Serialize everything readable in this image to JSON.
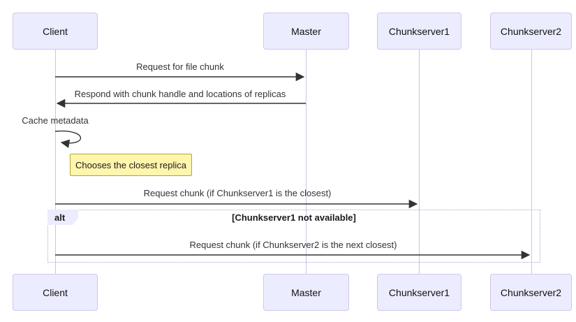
{
  "diagram": {
    "title_hint": "sequence-diagram",
    "actors": [
      {
        "id": "client",
        "label": "Client"
      },
      {
        "id": "master",
        "label": "Master"
      },
      {
        "id": "chunkserver1",
        "label": "Chunkserver1"
      },
      {
        "id": "chunkserver2",
        "label": "Chunkserver2"
      }
    ],
    "messages": [
      {
        "from": "Client",
        "to": "Master",
        "text": "Request for file chunk"
      },
      {
        "from": "Master",
        "to": "Client",
        "text": "Respond with chunk handle and locations of replicas"
      },
      {
        "from": "Client",
        "to": "Client",
        "text": "Cache metadata",
        "self": true
      },
      {
        "from": "Client",
        "to": "Chunkserver1",
        "text": "Request chunk (if Chunkserver1 is the closest)"
      },
      {
        "from": "Client",
        "to": "Chunkserver2",
        "text": "Request chunk (if Chunkserver2 is the next closest)"
      }
    ],
    "note": {
      "over": "Client",
      "text": "Chooses the closest replica"
    },
    "alt_fragment": {
      "label": "alt",
      "condition": "[Chunkserver1 not available]"
    },
    "colors": {
      "actor_fill": "#ECECFF",
      "actor_border": "#CFC6EC",
      "lifeline": "#CCC3E8",
      "arrow": "#333333",
      "note_fill": "#FFF5AD",
      "note_border": "#AAAA33",
      "alt_border": "#A8A8D0",
      "background": "#FFFFFF"
    }
  }
}
